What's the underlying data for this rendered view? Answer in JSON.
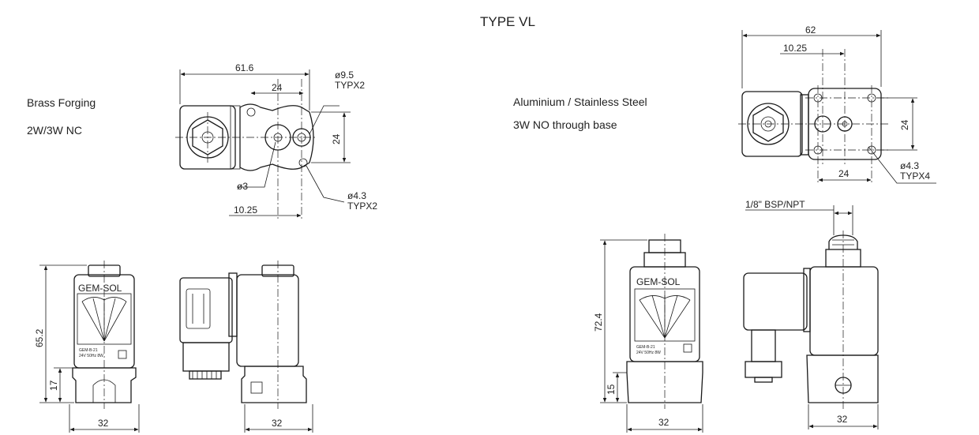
{
  "title": "TYPE VL",
  "left": {
    "material": "Brass Forging",
    "function": "2W/3W NC",
    "top_view": {
      "width": "61.6",
      "pitch": "24",
      "height": "24",
      "bore_small": "ø3",
      "offset": "10.25",
      "port_dia_line1": "ø9.5",
      "port_dia_line2": "TYPX2",
      "hole_dia_line1": "ø4.3",
      "hole_dia_line2": "TYPX2"
    },
    "front_view": {
      "height_total": "65.2",
      "height_base": "17",
      "width": "32",
      "brand": "GEM-SOL",
      "nameplate_line1": "GEM-B-21",
      "nameplate_line2": "24V 50Hz 8W"
    },
    "side_view": {
      "width": "32"
    }
  },
  "right": {
    "material": "Aluminium / Stainless Steel",
    "function": "3W NO through base",
    "top_view": {
      "width": "62",
      "offset": "10.25",
      "height": "24",
      "pitch": "24",
      "hole_dia_line1": "ø4.3",
      "hole_dia_line2": "TYPX4"
    },
    "front_view": {
      "height_total": "72.4",
      "height_base": "15",
      "width": "32",
      "brand": "GEM-SOL",
      "nameplate_line1": "GEM-B-21",
      "nameplate_line2": "24V 50Hz 8W"
    },
    "side_view": {
      "thread": "1/8\" BSP/NPT",
      "width": "32"
    }
  }
}
